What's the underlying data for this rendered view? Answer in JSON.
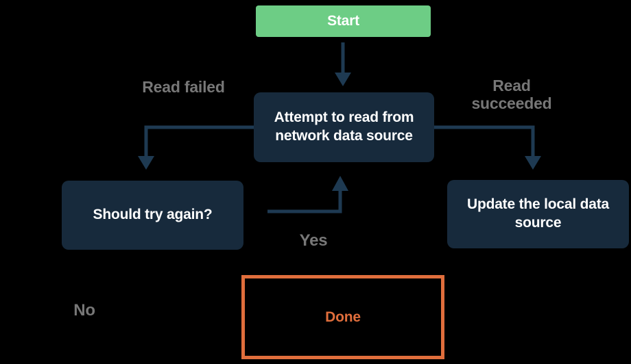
{
  "flowchart": {
    "nodes": [
      {
        "id": "start",
        "kind": "start",
        "label": "Start"
      },
      {
        "id": "attempt-read",
        "kind": "process",
        "label": "Attempt to read from network data source"
      },
      {
        "id": "should-try-again",
        "kind": "decision",
        "label": "Should try again?"
      },
      {
        "id": "update-local-source",
        "kind": "process",
        "label": "Update the local data source"
      },
      {
        "id": "done",
        "kind": "terminal",
        "label": "Done"
      }
    ],
    "edges": [
      {
        "from": "start",
        "to": "attempt-read",
        "label": ""
      },
      {
        "from": "attempt-read",
        "to": "should-try-again",
        "label": "Read failed"
      },
      {
        "from": "attempt-read",
        "to": "update-local-source",
        "label": "Read succeeded"
      },
      {
        "from": "should-try-again",
        "to": "attempt-read",
        "label": "Yes"
      },
      {
        "from": "should-try-again",
        "to": "done",
        "label": "No"
      }
    ],
    "colors": {
      "background": "#000000",
      "start_fill": "#6DCD85",
      "process_fill": "#172A3C",
      "arrow": "#1E3A52",
      "done_accent": "#E06E3C",
      "edge_label_text": "#777777",
      "node_text": "#FFFFFF"
    }
  }
}
